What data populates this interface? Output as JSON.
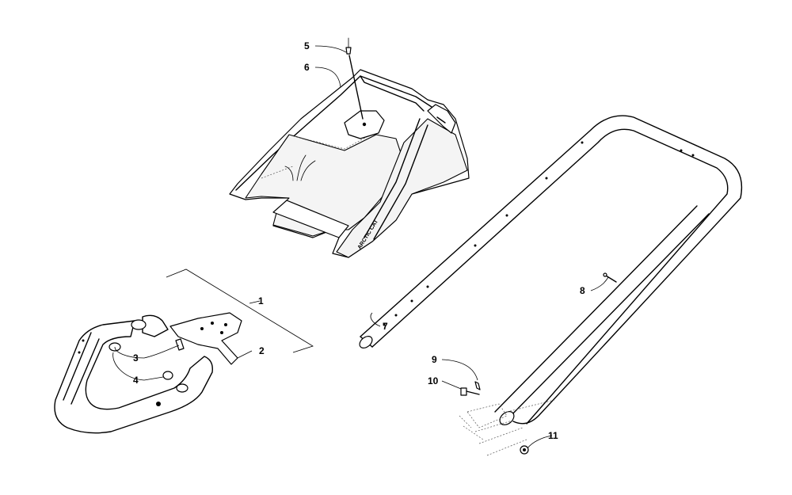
{
  "callouts": [
    {
      "id": "c1",
      "text": "1"
    },
    {
      "id": "c2",
      "text": "2"
    },
    {
      "id": "c3",
      "text": "3"
    },
    {
      "id": "c4",
      "text": "4"
    },
    {
      "id": "c5",
      "text": "5"
    },
    {
      "id": "c6",
      "text": "6"
    },
    {
      "id": "c7",
      "text": "7"
    },
    {
      "id": "c8",
      "text": "8"
    },
    {
      "id": "c9",
      "text": "9"
    },
    {
      "id": "c10",
      "text": "10"
    },
    {
      "id": "c11",
      "text": "11"
    }
  ],
  "decal_text": "ARCTIC CAT"
}
